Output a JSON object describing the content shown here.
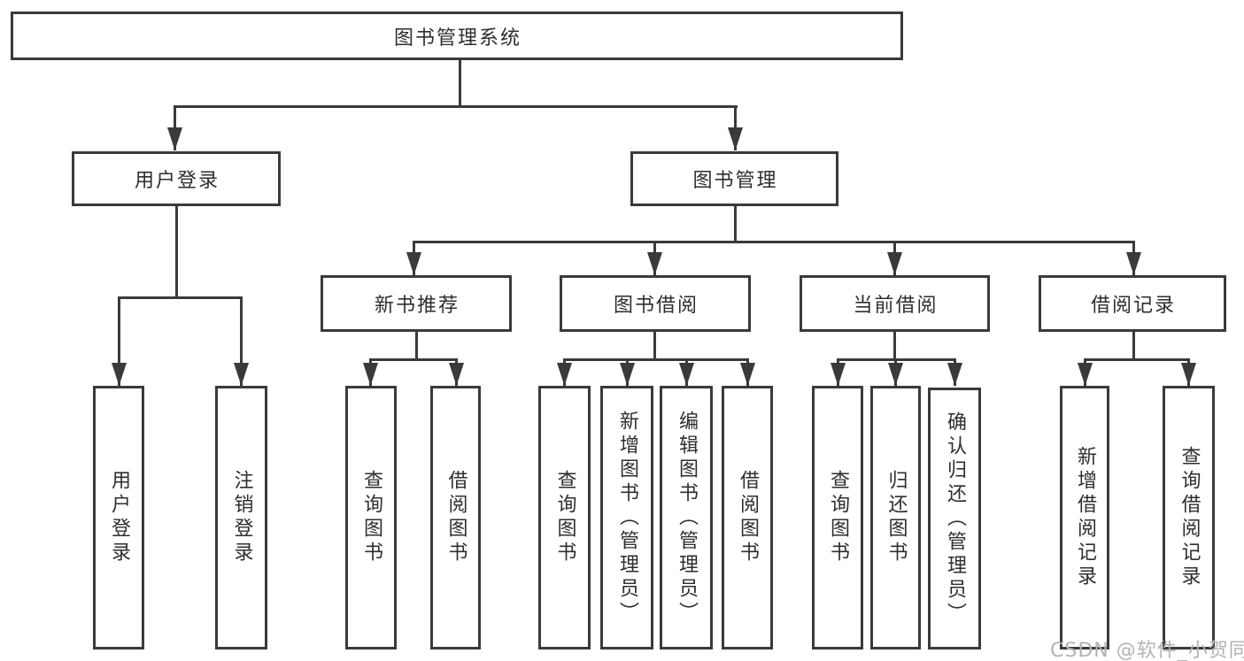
{
  "tree": {
    "label": "图书管理系统",
    "children": [
      {
        "label": "用户登录",
        "children": [
          {
            "label": "用户登录"
          },
          {
            "label": "注销登录"
          }
        ]
      },
      {
        "label": "图书管理",
        "children": [
          {
            "label": "新书推荐",
            "children": [
              {
                "label": "查询图书"
              },
              {
                "label": "借阅图书"
              }
            ]
          },
          {
            "label": "图书借阅",
            "children": [
              {
                "label": "查询图书"
              },
              {
                "label": "新增图书（管理员）"
              },
              {
                "label": "编辑图书（管理员）"
              },
              {
                "label": "借阅图书"
              }
            ]
          },
          {
            "label": "当前借阅",
            "children": [
              {
                "label": "查询图书"
              },
              {
                "label": "归还图书"
              },
              {
                "label": "确认归还（管理员）"
              }
            ]
          },
          {
            "label": "借阅记录",
            "children": [
              {
                "label": "新增借阅记录"
              },
              {
                "label": "查询借阅记录"
              }
            ]
          }
        ]
      }
    ]
  },
  "watermark": {
    "text": "CSDN @软件_小贺同学"
  },
  "colors": {
    "line": "#3a3a3c",
    "text": "#2e2e31",
    "watermark_text": "#b3b3b6",
    "background": "#ffffff"
  }
}
